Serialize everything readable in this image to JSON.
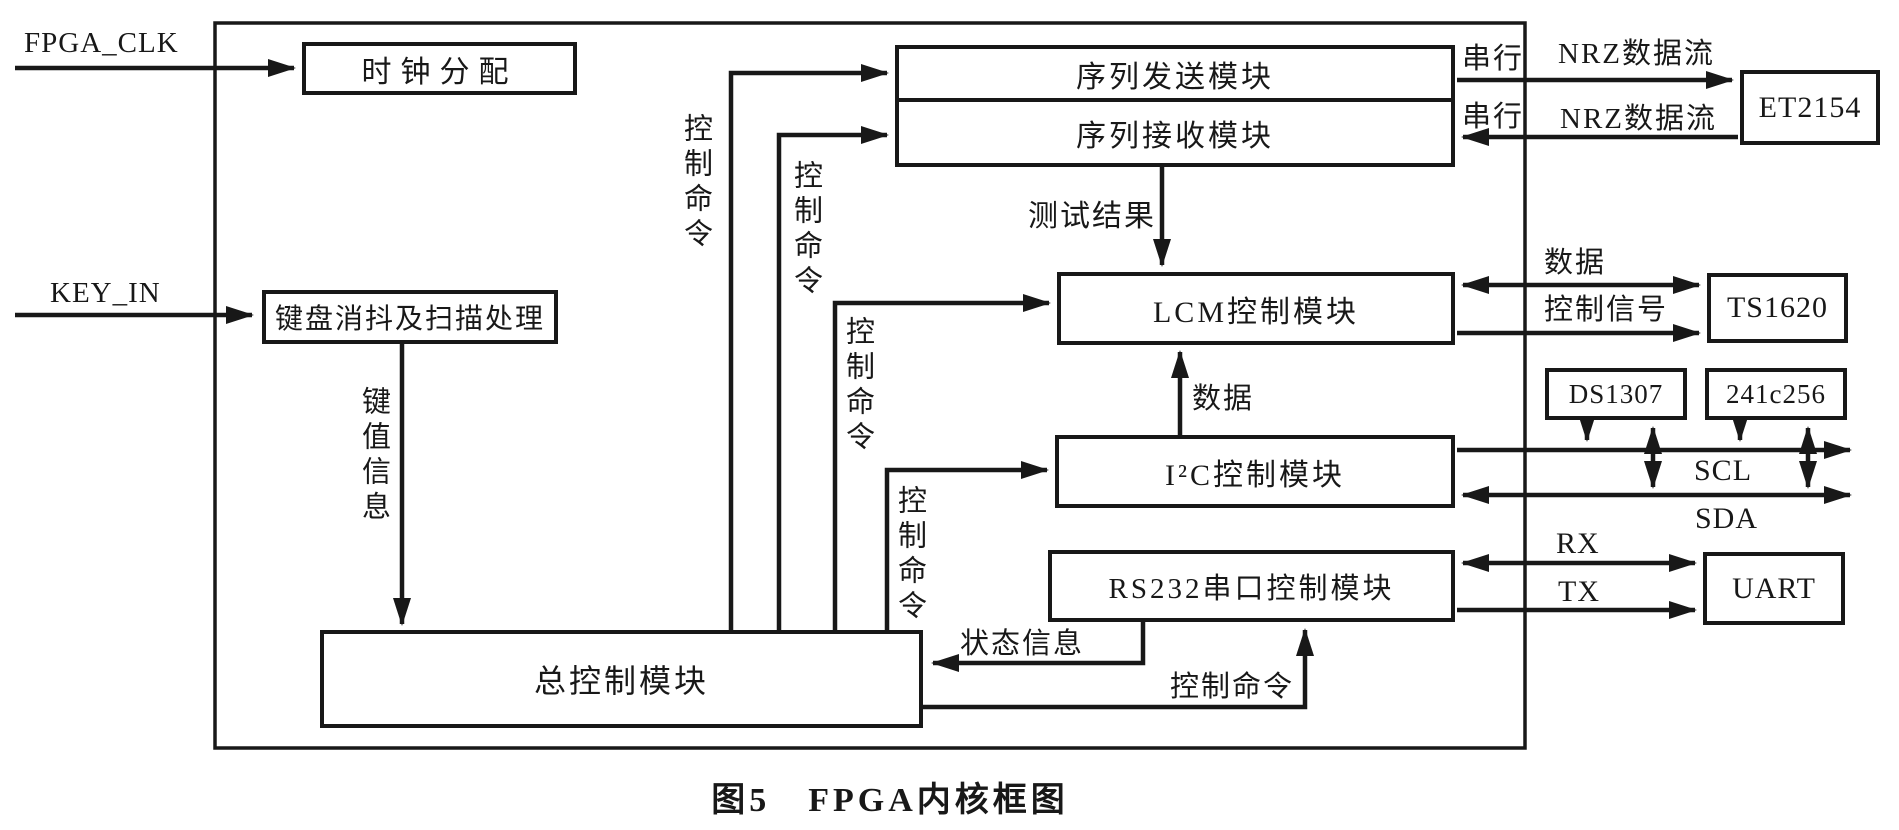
{
  "figure": {
    "caption": "图5　FPGA内核框图",
    "ink_color": "#181818",
    "paper_color": "#ffffff"
  },
  "inputs": {
    "fpga_clk": "FPGA_CLK",
    "key_in": "KEY_IN"
  },
  "modules": {
    "clock": "时钟分配",
    "keyboard": "键盘消抖及扫描处理",
    "seq_tx": "序列发送模块",
    "seq_rx": "序列接收模块",
    "lcm": "LCM控制模块",
    "i2c": "I²C控制模块",
    "rs232": "RS232串口控制模块",
    "main": "总控制模块"
  },
  "devices": {
    "et2154": "ET2154",
    "ts1620": "TS1620",
    "ds1307": "DS1307",
    "eeprom": "241c256",
    "uart": "UART"
  },
  "labels": {
    "ctrl_cmd_tx": "控制命令",
    "ctrl_cmd_rx": "控制命令",
    "ctrl_cmd_lcm": "控制命令",
    "ctrl_cmd_i2c": "控制命令",
    "ctrl_cmd_rs232": "控制命令",
    "key_info": "键值信息",
    "test_result": "测试结果",
    "data_i2c_lcm": "数据",
    "serial_tx": "串行",
    "serial_rx": "串行",
    "nrz_tx": "NRZ数据流",
    "nrz_rx": "NRZ数据流",
    "data_lcd": "数据",
    "ctrl_signal": "控制信号",
    "scl": "SCL",
    "sda": "SDA",
    "rx": "RX",
    "tx": "TX",
    "status_info": "状态信息"
  },
  "connections": [
    {
      "from": "FPGA_CLK",
      "to": "时钟分配",
      "signal": "FPGA_CLK",
      "direction": "in"
    },
    {
      "from": "KEY_IN",
      "to": "键盘消抖及扫描处理",
      "signal": "KEY_IN",
      "direction": "in"
    },
    {
      "from": "键盘消抖及扫描处理",
      "to": "总控制模块",
      "signal": "键值信息",
      "direction": "down"
    },
    {
      "from": "总控制模块",
      "to": "序列发送模块",
      "signal": "控制命令",
      "direction": "up-right"
    },
    {
      "from": "总控制模块",
      "to": "序列接收模块",
      "signal": "控制命令",
      "direction": "up-right"
    },
    {
      "from": "总控制模块",
      "to": "LCM控制模块",
      "signal": "控制命令",
      "direction": "up-right"
    },
    {
      "from": "总控制模块",
      "to": "I²C控制模块",
      "signal": "控制命令",
      "direction": "up-right"
    },
    {
      "from": "总控制模块",
      "to": "RS232串口控制模块",
      "signal": "控制命令",
      "direction": "right-up"
    },
    {
      "from": "RS232串口控制模块",
      "to": "总控制模块",
      "signal": "状态信息",
      "direction": "down-left"
    },
    {
      "from": "序列接收模块",
      "to": "LCM控制模块",
      "signal": "测试结果",
      "direction": "down"
    },
    {
      "from": "I²C控制模块",
      "to": "LCM控制模块",
      "signal": "数据",
      "direction": "up"
    },
    {
      "from": "序列发送模块",
      "to": "ET2154",
      "signal": "串行 NRZ数据流",
      "direction": "out"
    },
    {
      "from": "ET2154",
      "to": "序列接收模块",
      "signal": "串行 NRZ数据流",
      "direction": "in"
    },
    {
      "from": "LCM控制模块",
      "to": "TS1620",
      "signal": "数据",
      "direction": "both"
    },
    {
      "from": "LCM控制模块",
      "to": "TS1620",
      "signal": "控制信号",
      "direction": "out"
    },
    {
      "from": "I²C控制模块",
      "to": "DS1307 / 241c256",
      "signal": "SCL",
      "direction": "out"
    },
    {
      "from": "I²C控制模块",
      "to": "DS1307 / 241c256",
      "signal": "SDA",
      "direction": "both"
    },
    {
      "from": "UART",
      "to": "RS232串口控制模块",
      "signal": "RX",
      "direction": "both"
    },
    {
      "from": "RS232串口控制模块",
      "to": "UART",
      "signal": "TX",
      "direction": "out"
    }
  ]
}
